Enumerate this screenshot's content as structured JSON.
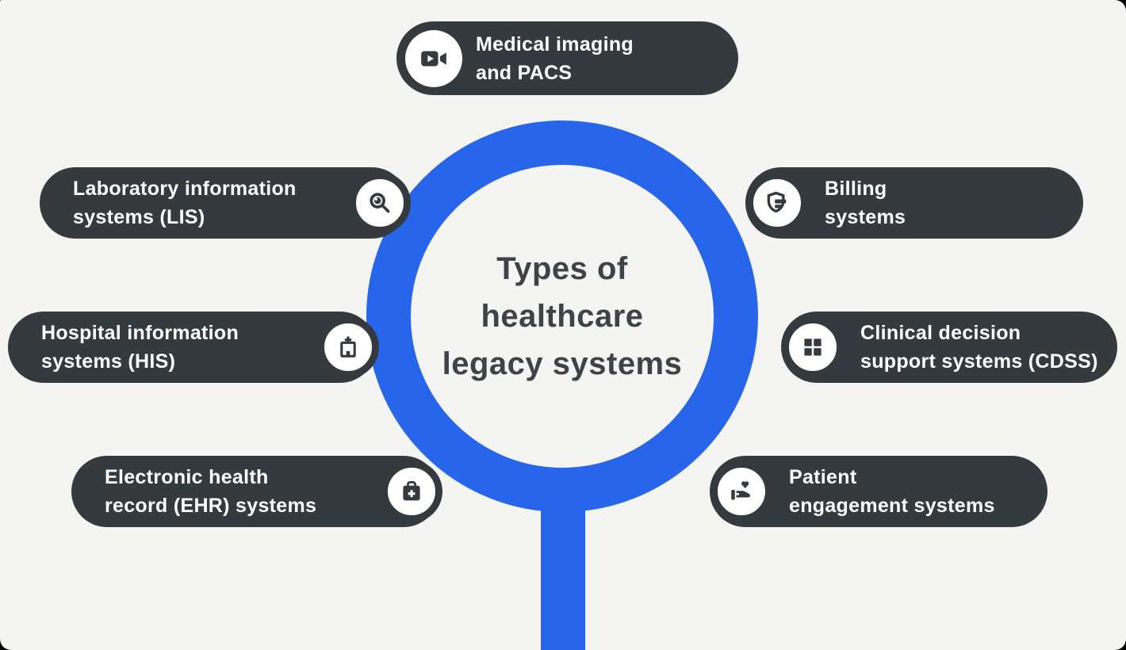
{
  "diagram": {
    "type": "radial-infographic",
    "center": {
      "title_line1": "Types of",
      "title_line2": "healthcare",
      "title_line3": "legacy systems"
    },
    "pills": {
      "medical_imaging": {
        "line1": "Medical imaging",
        "line2": "and PACS",
        "icon": "video-camera-icon",
        "icon_side": "left"
      },
      "laboratory": {
        "line1": "Laboratory information",
        "line2": "systems (LIS)",
        "icon": "lab-search-icon",
        "icon_side": "right"
      },
      "hospital": {
        "line1": "Hospital information",
        "line2": "systems (HIS)",
        "icon": "hospital-building-icon",
        "icon_side": "right"
      },
      "ehr": {
        "line1": "Electronic health",
        "line2": "record (EHR) systems",
        "icon": "first-aid-kit-icon",
        "icon_side": "right"
      },
      "billing": {
        "line1": "Billing",
        "line2": "systems",
        "icon": "shield-card-icon",
        "icon_side": "left"
      },
      "cdss": {
        "line1": "Clinical decision",
        "line2": "support systems (CDSS)",
        "icon": "grid-icon",
        "icon_side": "left"
      },
      "patient": {
        "line1": "Patient",
        "line2": "engagement systems",
        "icon": "hand-heart-icon",
        "icon_side": "left"
      }
    },
    "colors": {
      "background": "#f4f5f3",
      "accent_blue": "#2766eb",
      "pill_dark": "#343a3d",
      "pill_text": "#ffffff",
      "title_text": "#3e4347",
      "icon_badge_bg": "#ffffff",
      "corner_mask": "#000000"
    }
  }
}
